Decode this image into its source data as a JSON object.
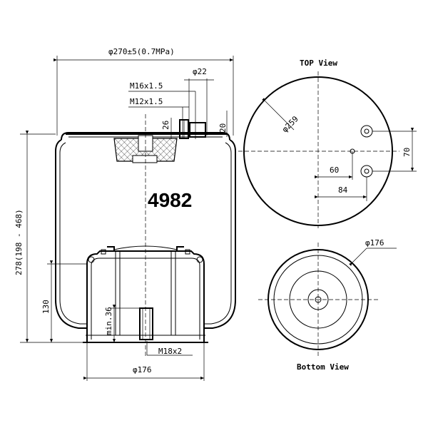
{
  "drawing": {
    "model_number": "4982",
    "dim_top_diameter": "φ270±5(0.7MPa)",
    "dim_thread_m16": "M16x1.5",
    "dim_thread_m12": "M12x1.5",
    "dim_phi22": "φ22",
    "dim_26": "26",
    "dim_20": "20",
    "dim_height": "278(198 - 468)",
    "dim_130": "130",
    "dim_min36": "min.36",
    "dim_m18": "M18x2",
    "dim_bottom_phi176": "φ176",
    "top_view_label": "TOP View",
    "dim_phi259": "φ259",
    "dim_60": "60",
    "dim_84": "84",
    "dim_70": "70",
    "bottom_view_label": "Bottom View",
    "dim_bottom_view_phi176": "φ176"
  }
}
